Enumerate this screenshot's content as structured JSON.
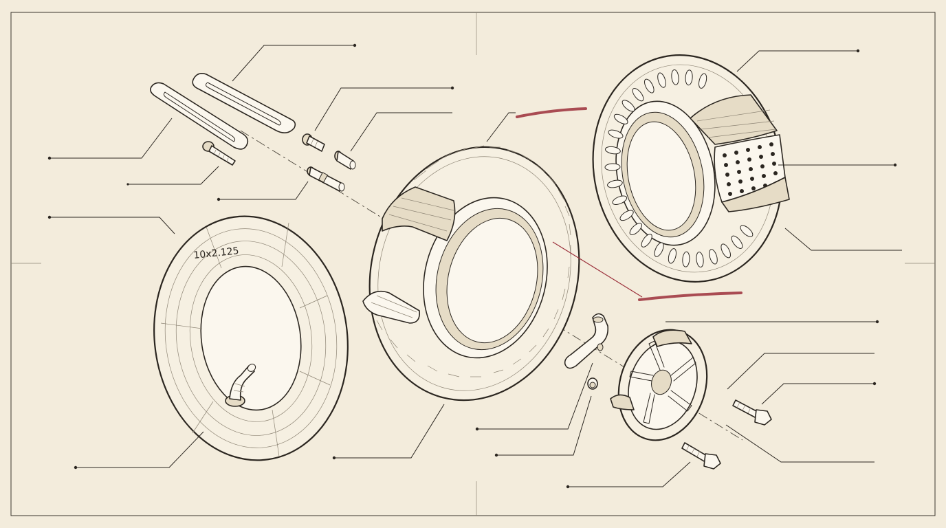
{
  "diagram": {
    "type": "exploded-view",
    "labels": {
      "tube_size": "10x2.125"
    },
    "colors": {
      "paper": "#f3ecdc",
      "ink": "#2b2620",
      "accent_red": "#9b2f3a"
    },
    "parts": [
      {
        "name": "tire-lever-1"
      },
      {
        "name": "tire-lever-2"
      },
      {
        "name": "valve-screw"
      },
      {
        "name": "valve-cap"
      },
      {
        "name": "valve-stem"
      },
      {
        "name": "small-bolt"
      },
      {
        "name": "inner-tube"
      },
      {
        "name": "pneumatic-tire"
      },
      {
        "name": "solid-tire"
      },
      {
        "name": "valve-extension"
      },
      {
        "name": "washer"
      },
      {
        "name": "rim-hub"
      },
      {
        "name": "axle-bolt-1"
      },
      {
        "name": "axle-bolt-2"
      }
    ]
  }
}
